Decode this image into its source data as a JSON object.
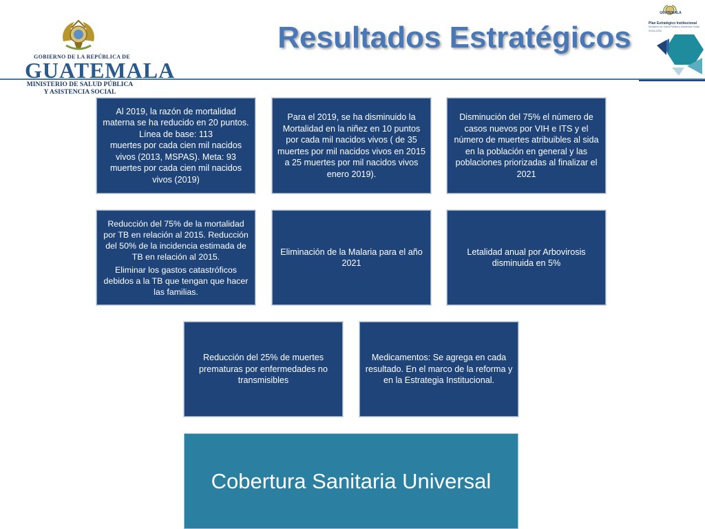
{
  "header": {
    "title": "Resultados Estratégicos",
    "logo_left": {
      "government_line": "GOBIERNO DE LA REPÚBLICA DE",
      "country": "GUATEMALA",
      "ministry_line1": "MINISTERIO DE SALUD PÚBLICA",
      "ministry_line2": "Y ASISTENCIA SOCIAL"
    },
    "logo_right": {
      "country": "GUATEMALA",
      "plan_title": "Plan Estratégico Institucional",
      "plan_subtitle": "Ministerio de Salud Pública y Asistencia Social",
      "years": "2018-2032"
    }
  },
  "results": [
    {
      "id": "mortalidad-materna",
      "lines": [
        "Al 2019, la razón de mortalidad materna se ha reducido en 20 puntos. Línea de base: 113",
        "muertes por cada cien mil nacidos vivos (2013, MSPAS). Meta: 93 muertes por cada cien mil nacidos vivos (2019)"
      ]
    },
    {
      "id": "mortalidad-ninez",
      "lines": [
        "Para el 2019, se ha disminuido la Mortalidad en la niñez en 10 puntos por cada mil nacidos vivos ( de 35 muertes por mil nacidos vivos en 2015 a 25 muertes por mil nacidos vivos enero 2019)."
      ]
    },
    {
      "id": "vih-its",
      "lines": [
        "Disminución del 75% el número de casos nuevos por VIH e ITS y el número de muertes atribuibles al sida en la población en general y las poblaciones priorizadas al finalizar el 2021"
      ]
    },
    {
      "id": "tuberculosis",
      "lines": [
        "Reducción del 75% de la mortalidad por TB en relación al 2015. Reducción del 50% de la incidencia estimada de TB en relación al 2015.",
        "Eliminar los gastos catastróficos debidos a la TB que tengan que hacer las familias."
      ]
    },
    {
      "id": "malaria",
      "lines": [
        "Eliminación de la Malaria para el año 2021"
      ]
    },
    {
      "id": "arbovirosis",
      "lines": [
        "Letalidad anual por Arbovirosis disminuida en 5%"
      ]
    },
    {
      "id": "enfermedades-no-transmisibles",
      "lines": [
        "Reducción del 25% de muertes prematuras por enfermedades no transmisibles"
      ]
    },
    {
      "id": "medicamentos",
      "lines": [
        "Medicamentos: Se agrega en cada resultado. En el marco de la reforma y en la Estrategia Institucional."
      ]
    }
  ],
  "coverage": {
    "label": "Cobertura Sanitaria Universal"
  },
  "colors": {
    "box_fill": "#1f447a",
    "coverage_fill": "#2b7fa0",
    "title": "#4a78b6"
  }
}
